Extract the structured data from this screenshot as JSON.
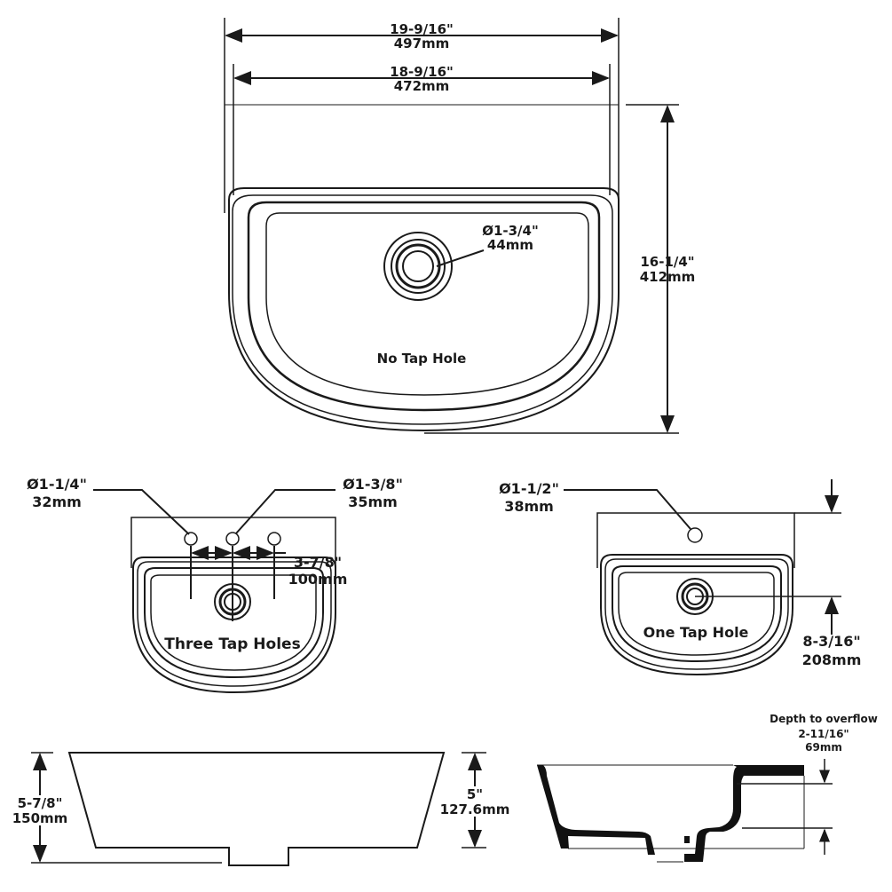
{
  "top_view": {
    "overall_width": {
      "imperial": "19-9/16\"",
      "metric": "497mm"
    },
    "inner_width": {
      "imperial": "18-9/16\"",
      "metric": "472mm"
    },
    "depth": {
      "imperial": "16-1/4\"",
      "metric": "412mm"
    },
    "waste_diameter": {
      "imperial": "Ø1-3/4\"",
      "metric": "44mm"
    },
    "label": "No Tap Hole"
  },
  "three_tap": {
    "side_hole": {
      "imperial": "Ø1-1/4\"",
      "metric": "32mm"
    },
    "center_hole": {
      "imperial": "Ø1-3/8\"",
      "metric": "35mm"
    },
    "spacing": {
      "imperial": "3-7/8\"",
      "metric": "100mm"
    },
    "label": "Three Tap Holes"
  },
  "one_tap": {
    "hole": {
      "imperial": "Ø1-1/2\"",
      "metric": "38mm"
    },
    "distance": {
      "imperial": "8-3/16\"",
      "metric": "208mm"
    },
    "label": "One Tap Hole"
  },
  "side_view": {
    "total_height": {
      "imperial": "5-7/8\"",
      "metric": "150mm"
    },
    "bowl_height": {
      "imperial": "5\"",
      "metric": "127.6mm"
    }
  },
  "section": {
    "title": "Depth to overflow",
    "depth": {
      "imperial": "2-11/16\"",
      "metric": "69mm"
    }
  }
}
